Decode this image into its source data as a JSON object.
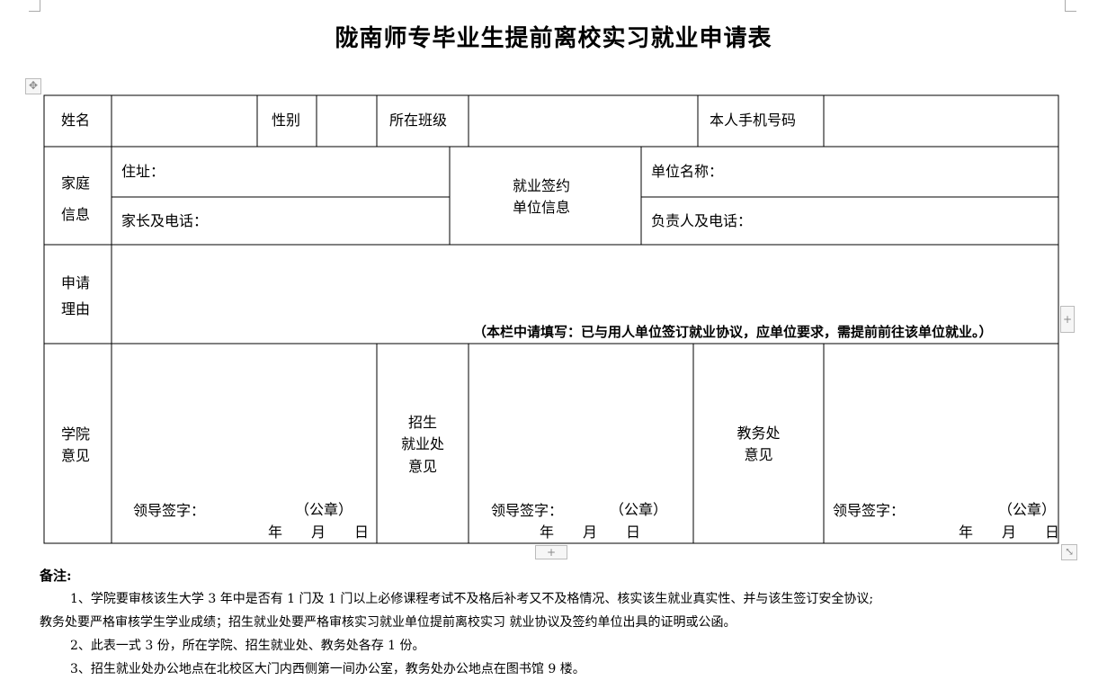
{
  "title": "陇南师专毕业生提前离校实习就业申请表",
  "row1": {
    "name": "姓名",
    "gender": "性别",
    "class": "所在班级",
    "phone": "本人手机号码"
  },
  "row2": {
    "family": [
      "家庭",
      "信息"
    ],
    "address": "住址：",
    "parent": "家长及电话：",
    "employer_info": [
      "就业签约",
      "单位信息"
    ],
    "employer_name": "单位名称：",
    "contact": "负责人及电话："
  },
  "row3": {
    "reason": [
      "申请",
      "理由"
    ],
    "hint": "（本栏中请填写：已与用人单位签订就业协议，应单位要求，需提前前往该单位就业。）"
  },
  "row4": {
    "college": [
      "学院",
      "意见"
    ],
    "employment_office": [
      "招生",
      "就业处",
      "意见"
    ],
    "academic_office": [
      "教务处",
      "意见"
    ],
    "sign": "领导签字：",
    "seal": "（公章）",
    "date": "年　　月　　日"
  },
  "notes": {
    "heading": "备注:",
    "items": [
      "1、学院要审核该生大学 3 年中是否有 1 门及 1 门以上必修课程考试不及格后补考又不及格情况、核实该生就业真实性、并与该生签订安全协议;",
      "教务处要严格审核学生学业成绩；招生就业处要严格审核实习就业单位提前离校实习 就业协议及签约单位出具的证明或公函。",
      "2、此表一式 3 份，所在学院、招生就业处、教务处各存 1 份。",
      "3、招生就业处办公地点在北校区大门内西侧第一间办公室，教务处办公地点在图书馆 9 楼。"
    ]
  },
  "handles": {
    "plus": "+",
    "move": "✥",
    "resize": "⤡"
  }
}
